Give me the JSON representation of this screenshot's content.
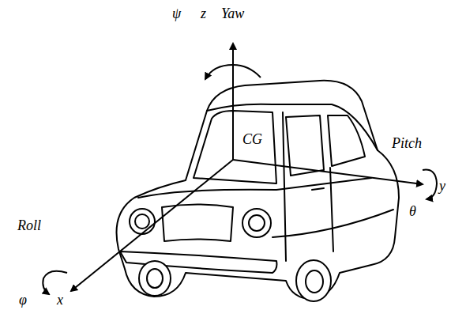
{
  "diagram": {
    "labels": [
      "ψ",
      "z",
      "Yaw",
      "Pitch",
      "y",
      "θ",
      "CG",
      "Roll",
      "φ",
      "x"
    ]
  }
}
